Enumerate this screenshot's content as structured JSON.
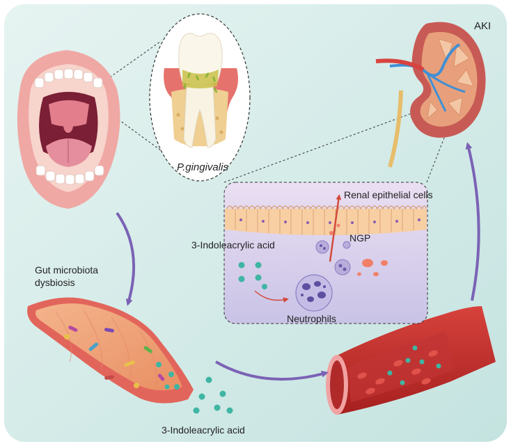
{
  "labels": {
    "aki": "AKI",
    "pathogen": "P.gingivalis",
    "dysbiosis": "Gut microbiota\ndysbiosis",
    "metabolite_inset": "3-Indoleacrylic acid",
    "metabolite_bottom": "3-Indoleacrylic acid",
    "renal_cells": "Renal epithelial cells",
    "ngp": "NGP",
    "neutrophils": "Neutrophils"
  },
  "icons": [
    "mouth-icon",
    "tooth-icon",
    "intestine-icon",
    "blood-vessel-icon",
    "kidney-icon",
    "neutrophil-icon"
  ],
  "colors": {
    "background_start": "#e3f2ef",
    "background_end": "#c6e4e1",
    "arrow": "#7b62b5",
    "metabolite_dot": "#3fb5a3",
    "vessel": "#c9322e",
    "kidney": "#c85a55",
    "signal_arrow": "#d24a3c"
  }
}
